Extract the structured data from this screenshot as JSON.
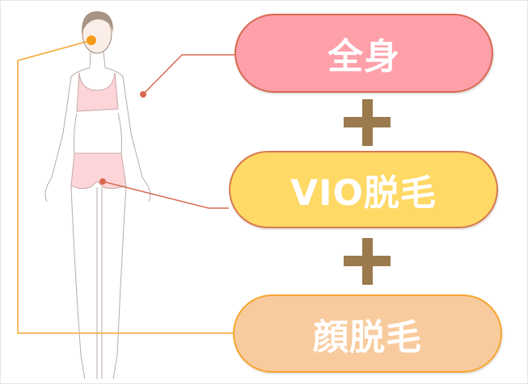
{
  "labels": {
    "whole_body": "全身",
    "vio": "VIO脱毛",
    "face": "顔脱毛"
  },
  "colors": {
    "whole_body": "#fea0aa",
    "vio": "#fed966",
    "face": "#f8cb9e",
    "plus": "#9b7a4d",
    "face_line": "#f6a530",
    "body_line": "#d8694f"
  }
}
